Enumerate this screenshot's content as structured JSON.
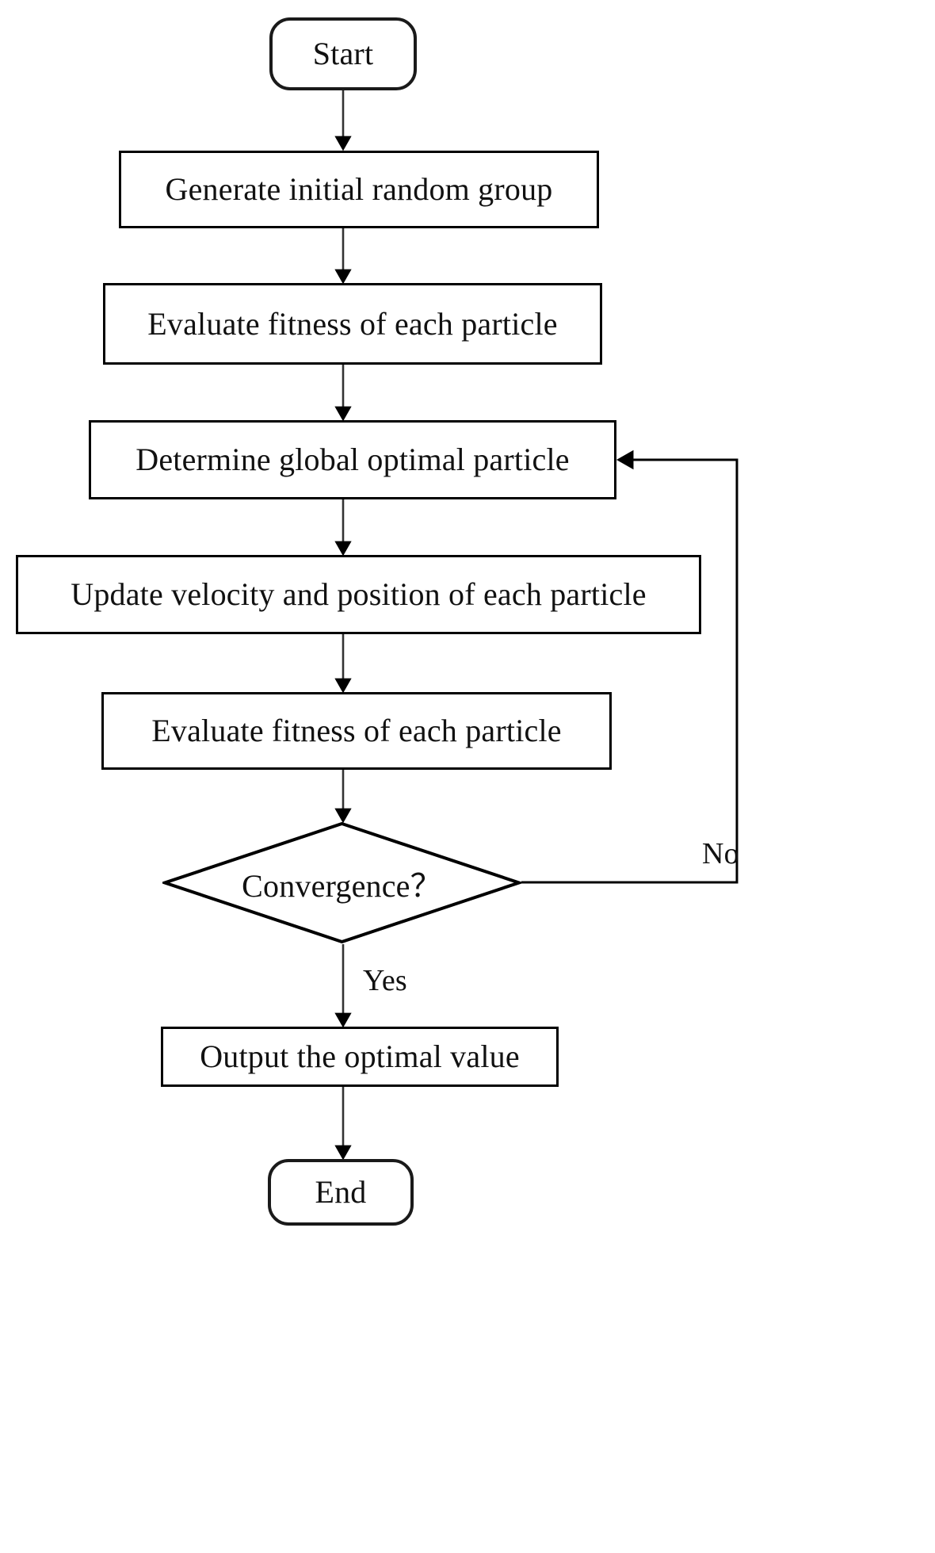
{
  "diagram": {
    "title": "Particle Swarm Optimization flowchart",
    "orientation": "top-to-bottom",
    "stroke_color": "#000000",
    "background_color": "#ffffff",
    "nodes": [
      {
        "id": "start",
        "label": "Start",
        "shape": "rounded-rectangle"
      },
      {
        "id": "generate",
        "label": "Generate initial random group",
        "shape": "rectangle"
      },
      {
        "id": "evaluate1",
        "label": "Evaluate fitness of each particle",
        "shape": "rectangle"
      },
      {
        "id": "determine",
        "label": "Determine global optimal particle",
        "shape": "rectangle"
      },
      {
        "id": "update",
        "label": "Update velocity and position of each particle",
        "shape": "rectangle"
      },
      {
        "id": "evaluate2",
        "label": "Evaluate fitness of each particle",
        "shape": "rectangle"
      },
      {
        "id": "convergence",
        "label": "Convergence？",
        "shape": "diamond"
      },
      {
        "id": "output",
        "label": "Output the optimal value",
        "shape": "rectangle"
      },
      {
        "id": "end",
        "label": "End",
        "shape": "rounded-rectangle"
      }
    ],
    "edges": [
      {
        "from": "start",
        "to": "generate",
        "label": ""
      },
      {
        "from": "generate",
        "to": "evaluate1",
        "label": ""
      },
      {
        "from": "evaluate1",
        "to": "determine",
        "label": ""
      },
      {
        "from": "determine",
        "to": "update",
        "label": ""
      },
      {
        "from": "update",
        "to": "evaluate2",
        "label": ""
      },
      {
        "from": "evaluate2",
        "to": "convergence",
        "label": ""
      },
      {
        "from": "convergence",
        "to": "determine",
        "label": "No"
      },
      {
        "from": "convergence",
        "to": "output",
        "label": "Yes"
      },
      {
        "from": "output",
        "to": "end",
        "label": ""
      }
    ],
    "edge_labels": {
      "no": "No",
      "yes": "Yes"
    }
  }
}
